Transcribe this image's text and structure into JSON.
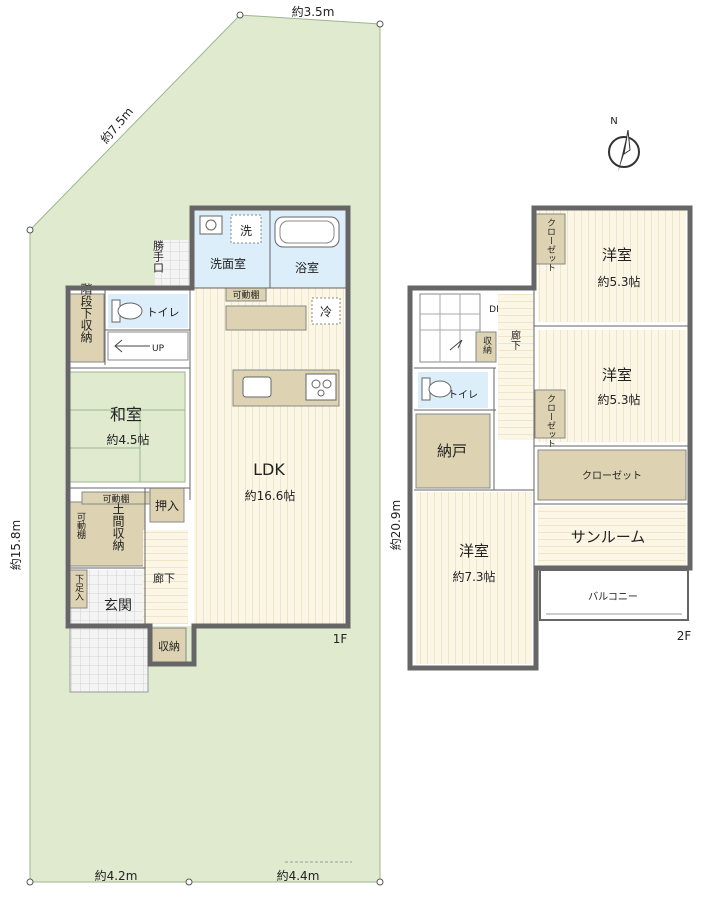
{
  "colors": {
    "lot": "#dfeacf",
    "lot_edge": "#9fb58f",
    "floor_light": "#fbf6e6",
    "floor_stripe": "#efe6c8",
    "storage": "#ddd3b2",
    "water_blue": "#dceefa",
    "wall": "#6b6b6b",
    "white_room": "#ffffff"
  },
  "compass": {
    "label": "N"
  },
  "site": {
    "dim_top": "約3.5m",
    "dim_diagonal": "約7.5m",
    "dim_left": "約15.8m",
    "dim_bottom_left": "約4.2m",
    "dim_bottom_right": "約4.4m",
    "dim_2f_side": "約20.9m"
  },
  "floor1": {
    "label": "1F",
    "rooms": {
      "senmen": "洗面室",
      "wash": "洗",
      "bath": "浴室",
      "katteguchi": "勝手口",
      "toilet": "トイレ",
      "kaidan_shuno": "階段下収納",
      "up": "UP",
      "kadodana_top": "可動棚",
      "fridge": "冷",
      "washitsu": "和室",
      "washitsu_size": "約4.5帖",
      "oshiire": "押入",
      "ldk": "LDK",
      "ldk_size": "約16.6帖",
      "kadodana_small": "可動棚",
      "doma_shuno": "土間収納",
      "kadodana_side": "可動棚",
      "geta": "下足入",
      "genkan": "玄関",
      "roka": "廊下",
      "shuno": "収納"
    }
  },
  "floor2": {
    "label": "2F",
    "rooms": {
      "dn": "DN",
      "shuno": "収納",
      "roka": "廊下",
      "toilet": "トイレ",
      "nando": "納戸",
      "youshitsu1": "洋室",
      "youshitsu1_size": "約5.3帖",
      "closet1": "クローゼット",
      "youshitsu2": "洋室",
      "youshitsu2_size": "約5.3帖",
      "closet2": "クローゼット",
      "closet3": "クローゼット",
      "sunroom": "サンルーム",
      "youshitsu3": "洋室",
      "youshitsu3_size": "約7.3帖",
      "balcony": "バルコニー"
    }
  }
}
